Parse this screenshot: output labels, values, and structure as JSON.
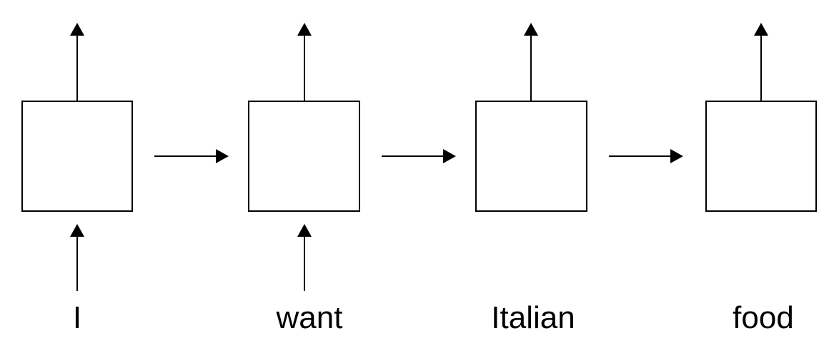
{
  "diagram": {
    "stroke_color": "#000000",
    "background_color": "#ffffff",
    "cells": [
      {
        "word": "I",
        "has_input_arrow": true,
        "has_output_arrow": true
      },
      {
        "word": "want",
        "has_input_arrow": true,
        "has_output_arrow": true
      },
      {
        "word": "Italian",
        "has_input_arrow": false,
        "has_output_arrow": true
      },
      {
        "word": "food",
        "has_input_arrow": false,
        "has_output_arrow": true
      }
    ],
    "recurrent_links": [
      {
        "from": 0,
        "to": 1
      },
      {
        "from": 1,
        "to": 2
      },
      {
        "from": 2,
        "to": 3
      }
    ]
  }
}
